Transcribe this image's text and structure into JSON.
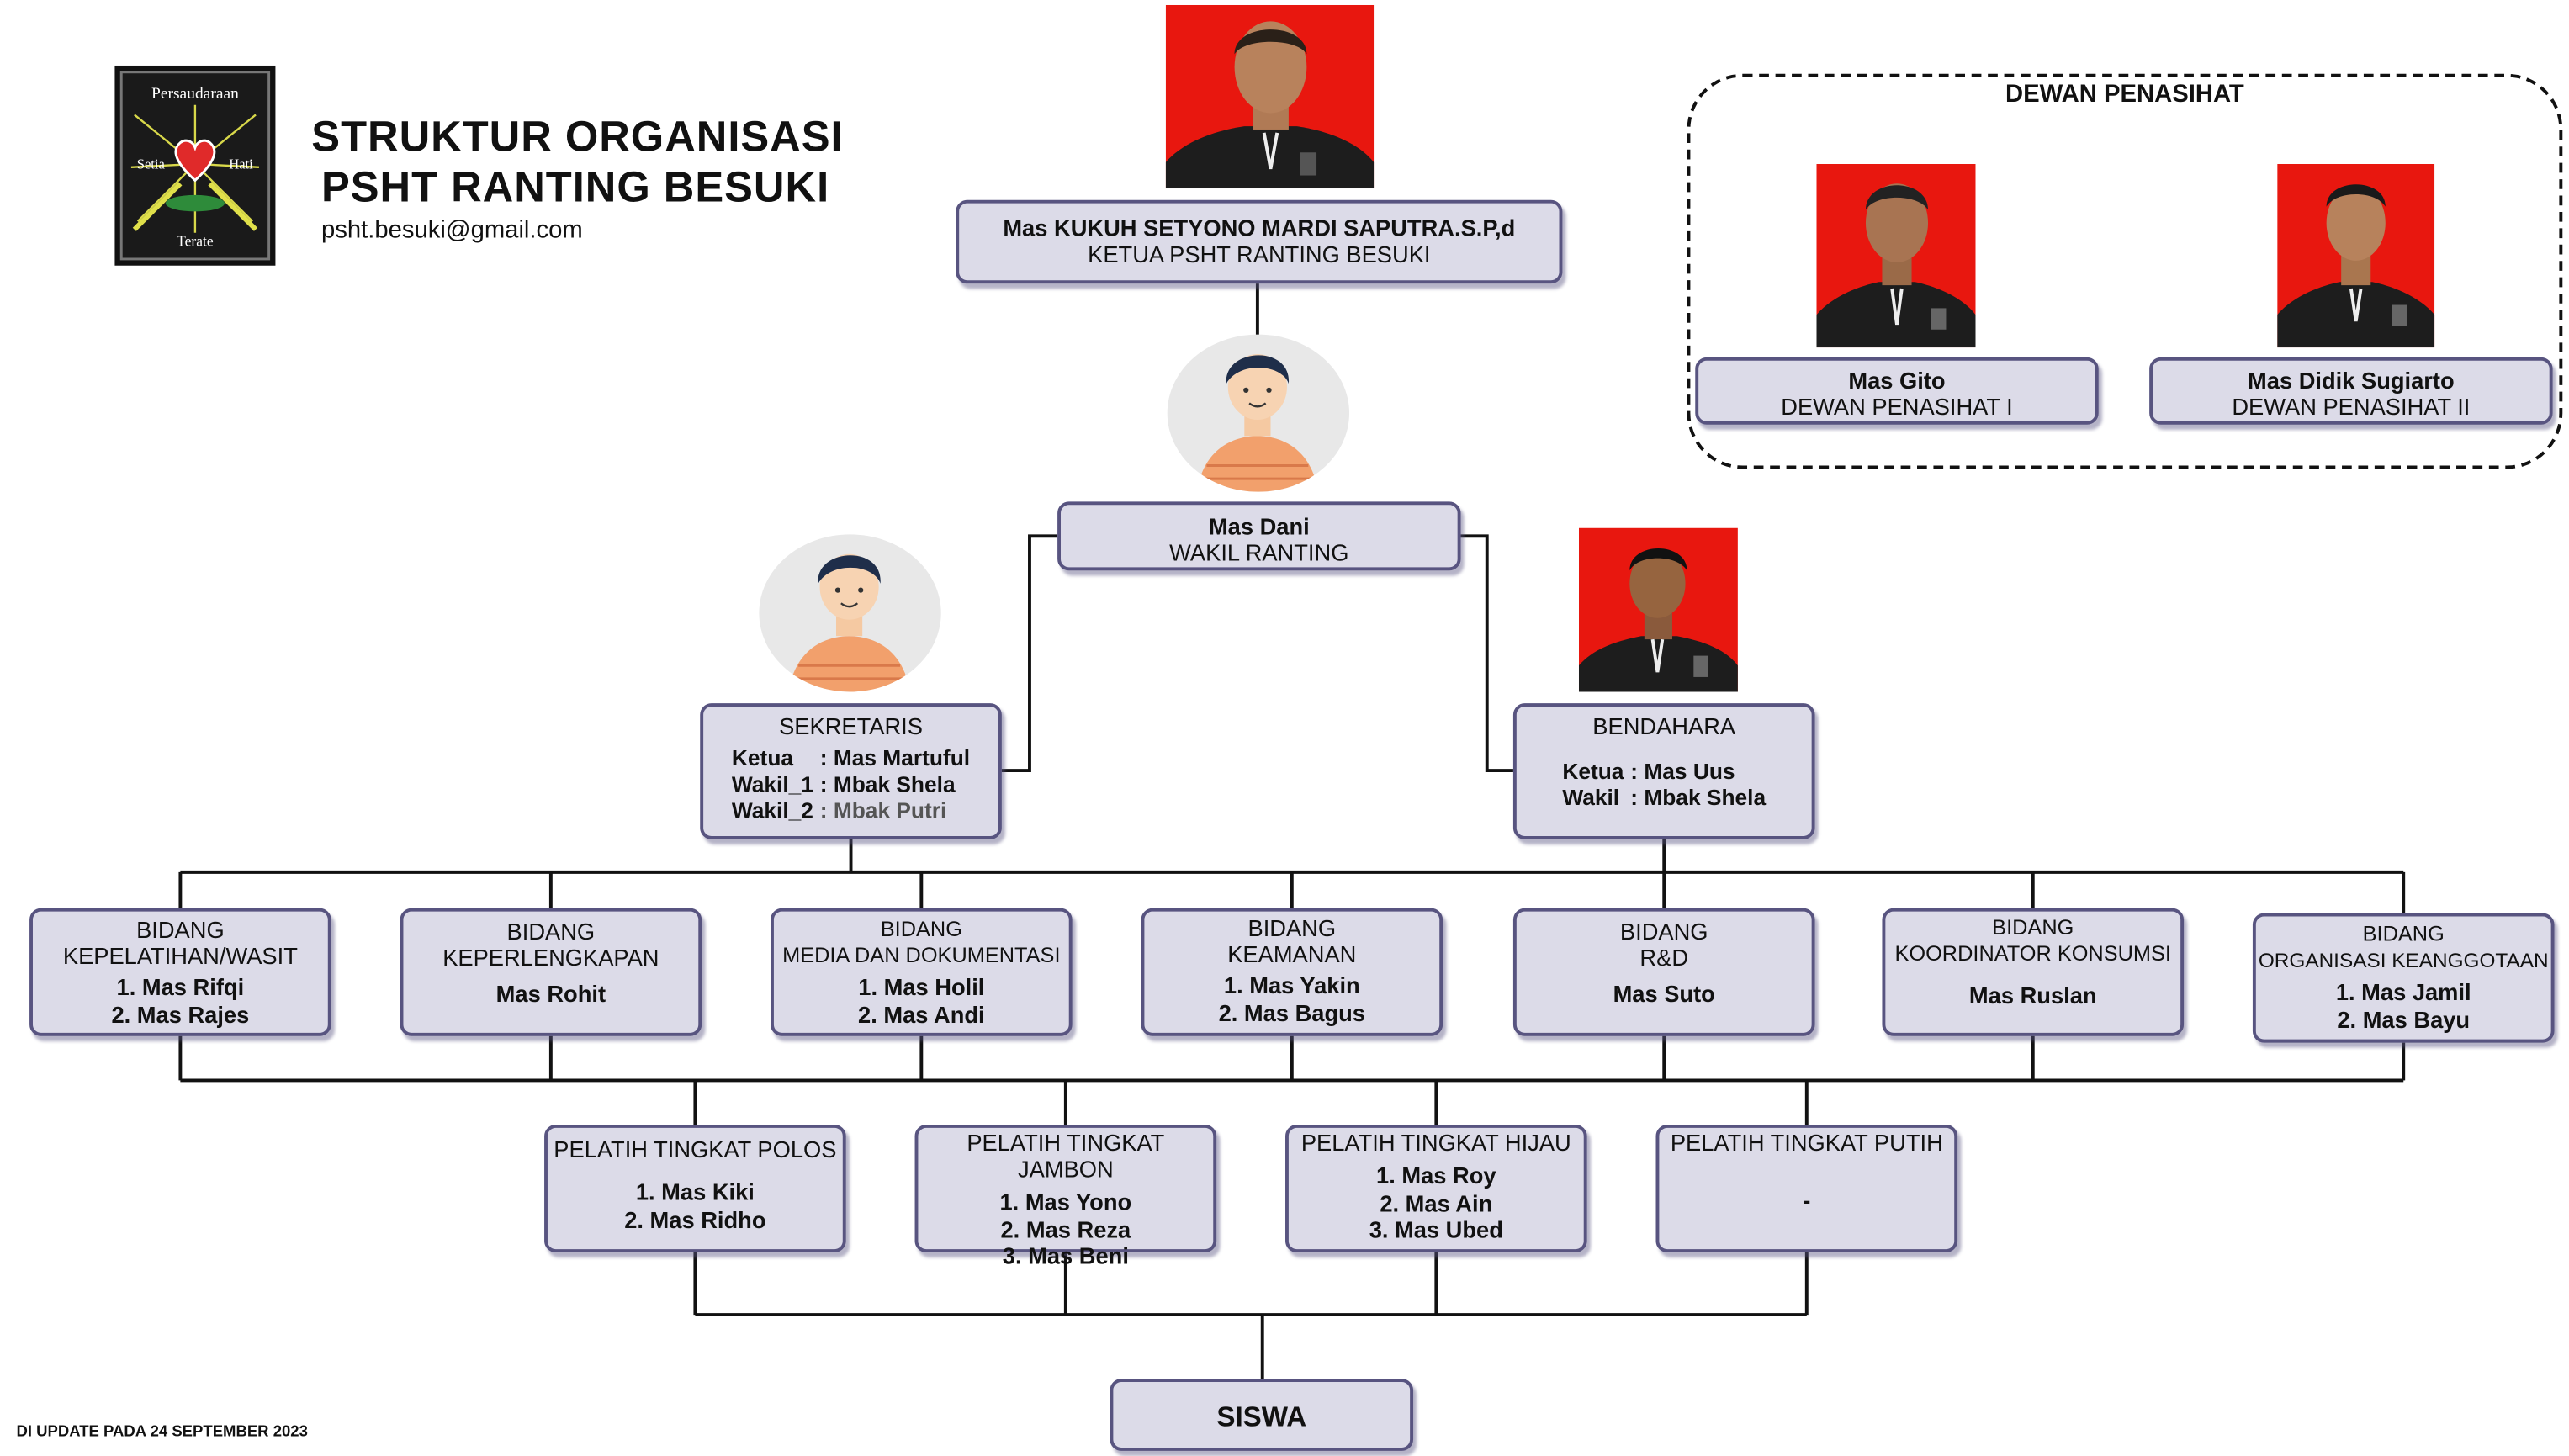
{
  "header": {
    "title_line1": "STRUKTUR ORGANISASI",
    "title_line2": "PSHT RANTING BESUKI",
    "email": "psht.besuki@gmail.com",
    "logo_text": {
      "top": "Persaudaraan",
      "left": "Setia",
      "right": "Hati",
      "bottom": "Terate"
    }
  },
  "footer": {
    "updated": "DI UPDATE PADA 24 SEPTEMBER 2023"
  },
  "colors": {
    "box_fill": "#dcdbe8",
    "box_border": "#585480",
    "photo_bg": "#e8170f",
    "line": "#111111"
  },
  "ketua": {
    "name": "Mas KUKUH SETYONO MARDI SAPUTRA.S.P,d",
    "role": "KETUA PSHT RANTING BESUKI"
  },
  "wakil": {
    "name": "Mas Dani",
    "role": "WAKIL RANTING"
  },
  "dewan": {
    "title": "DEWAN PENASIHAT",
    "members": [
      {
        "name": "Mas Gito",
        "role": "DEWAN PENASIHAT I"
      },
      {
        "name": "Mas Didik Sugiarto",
        "role": "DEWAN PENASIHAT II"
      }
    ]
  },
  "sekretaris": {
    "title": "SEKRETARIS",
    "rows": [
      {
        "k": "Ketua",
        "v": ": Mas Martuful"
      },
      {
        "k": "Wakil_1",
        "v": ": Mbak Shela"
      },
      {
        "k": "Wakil_2",
        "v": ": Mbak Putri"
      }
    ]
  },
  "bendahara": {
    "title": "BENDAHARA",
    "rows": [
      {
        "k": "Ketua",
        "v": ": Mas Uus"
      },
      {
        "k": "Wakil",
        "v": ": Mbak Shela"
      }
    ]
  },
  "bidang": [
    {
      "l1": "BIDANG",
      "l2": "KEPELATIHAN/WASIT",
      "members": [
        "1. Mas Rifqi",
        "2. Mas Rajes"
      ]
    },
    {
      "l1": "BIDANG",
      "l2": "KEPERLENGKAPAN",
      "members": [
        "Mas Rohit"
      ]
    },
    {
      "l1": "BIDANG",
      "l2": "MEDIA DAN DOKUMENTASI",
      "members": [
        "1. Mas Holil",
        "2. Mas Andi"
      ]
    },
    {
      "l1": "BIDANG",
      "l2": "KEAMANAN",
      "members": [
        "1. Mas Yakin",
        "2. Mas Bagus"
      ]
    },
    {
      "l1": "BIDANG",
      "l2": "R&D",
      "members": [
        "Mas Suto"
      ]
    },
    {
      "l1": "BIDANG",
      "l2": "KOORDINATOR KONSUMSI",
      "members": [
        "Mas Ruslan"
      ]
    },
    {
      "l1": "BIDANG",
      "l2": "ORGANISASI KEANGGOTAAN",
      "members": [
        "1. Mas Jamil",
        "2. Mas Bayu"
      ]
    }
  ],
  "pelatih": [
    {
      "title": "PELATIH TINGKAT POLOS",
      "members": [
        "1. Mas Kiki",
        "2. Mas Ridho"
      ]
    },
    {
      "title": "PELATIH TINGKAT JAMBON",
      "members": [
        "1. Mas Yono",
        "2. Mas Reza",
        "3. Mas Beni"
      ]
    },
    {
      "title": "PELATIH TINGKAT HIJAU",
      "members": [
        "1. Mas Roy",
        "2. Mas Ain",
        "3. Mas Ubed"
      ]
    },
    {
      "title": "PELATIH TINGKAT PUTIH",
      "members": [
        "-"
      ]
    }
  ],
  "siswa": {
    "label": "SISWA"
  }
}
